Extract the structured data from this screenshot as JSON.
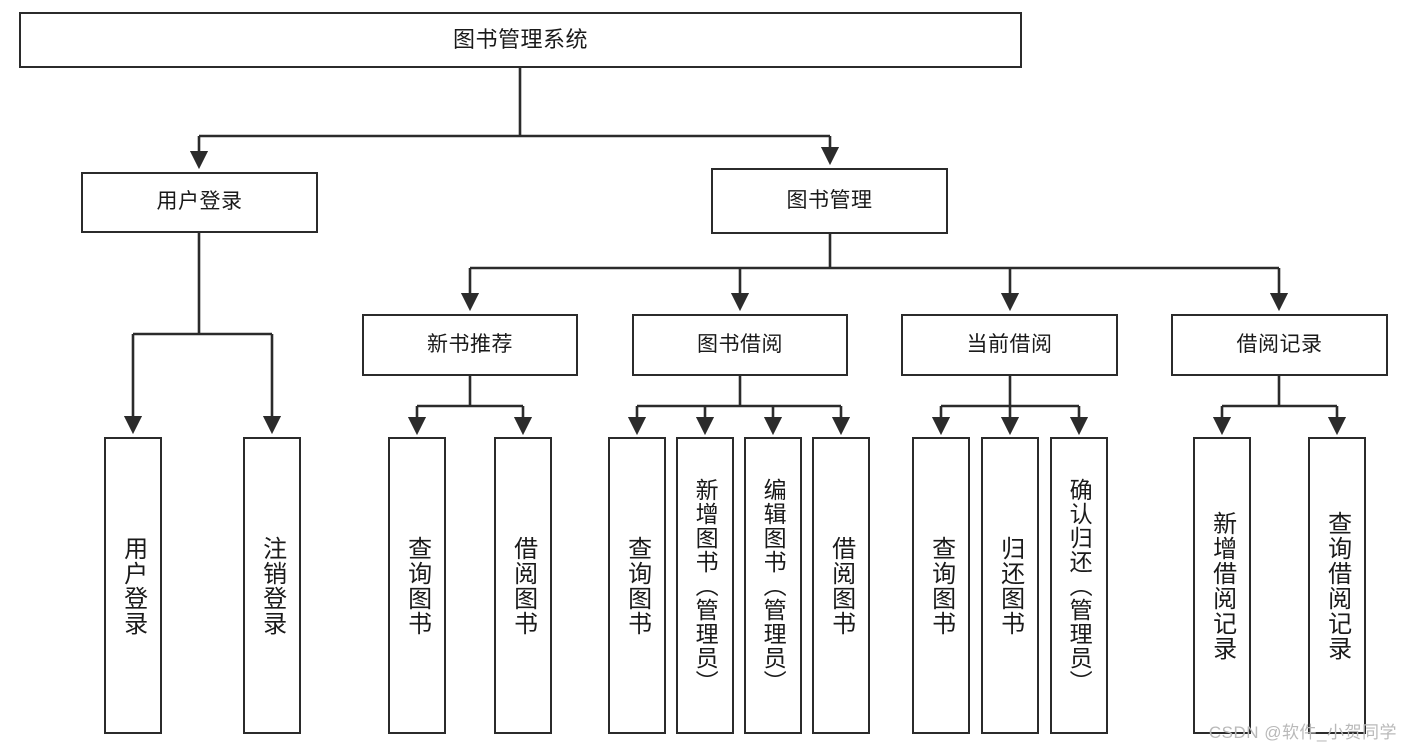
{
  "diagram": {
    "type": "tree-hierarchy-chart",
    "title": "图书管理系统",
    "root": {
      "id": "root",
      "label": "图书管理系统"
    },
    "level2": [
      {
        "id": "user-login",
        "label": "用户登录"
      },
      {
        "id": "book-manage",
        "label": "图书管理"
      }
    ],
    "level3": [
      {
        "id": "new-book-rec",
        "label": "新书推荐"
      },
      {
        "id": "book-borrow",
        "label": "图书借阅"
      },
      {
        "id": "current-borrow",
        "label": "当前借阅"
      },
      {
        "id": "borrow-record",
        "label": "借阅记录"
      }
    ],
    "leaves": {
      "user_login": [
        {
          "id": "leaf-user-login",
          "label": "用户登录"
        },
        {
          "id": "leaf-logout",
          "label": "注销登录"
        }
      ],
      "new_book_rec": [
        {
          "id": "leaf-query-book-1",
          "label": "查询图书"
        },
        {
          "id": "leaf-borrow-book-1",
          "label": "借阅图书"
        }
      ],
      "book_borrow": [
        {
          "id": "leaf-query-book-2",
          "label": "查询图书"
        },
        {
          "id": "leaf-add-book",
          "label": "新增图书（管理员）"
        },
        {
          "id": "leaf-edit-book",
          "label": "编辑图书（管理员）"
        },
        {
          "id": "leaf-borrow-book-2",
          "label": "借阅图书"
        }
      ],
      "current_borrow": [
        {
          "id": "leaf-query-book-3",
          "label": "查询图书"
        },
        {
          "id": "leaf-return-book",
          "label": "归还图书"
        },
        {
          "id": "leaf-confirm-return",
          "label": "确认归还（管理员）"
        }
      ],
      "borrow_record": [
        {
          "id": "leaf-add-record",
          "label": "新增借阅记录"
        },
        {
          "id": "leaf-query-record",
          "label": "查询借阅记录"
        }
      ]
    }
  },
  "watermark": {
    "text": "CSDN @软件_小贺同学"
  },
  "colors": {
    "stroke": "#2b2b2b",
    "background": "#ffffff",
    "text": "#1a1a1a",
    "watermark": "#b9b9b9"
  }
}
